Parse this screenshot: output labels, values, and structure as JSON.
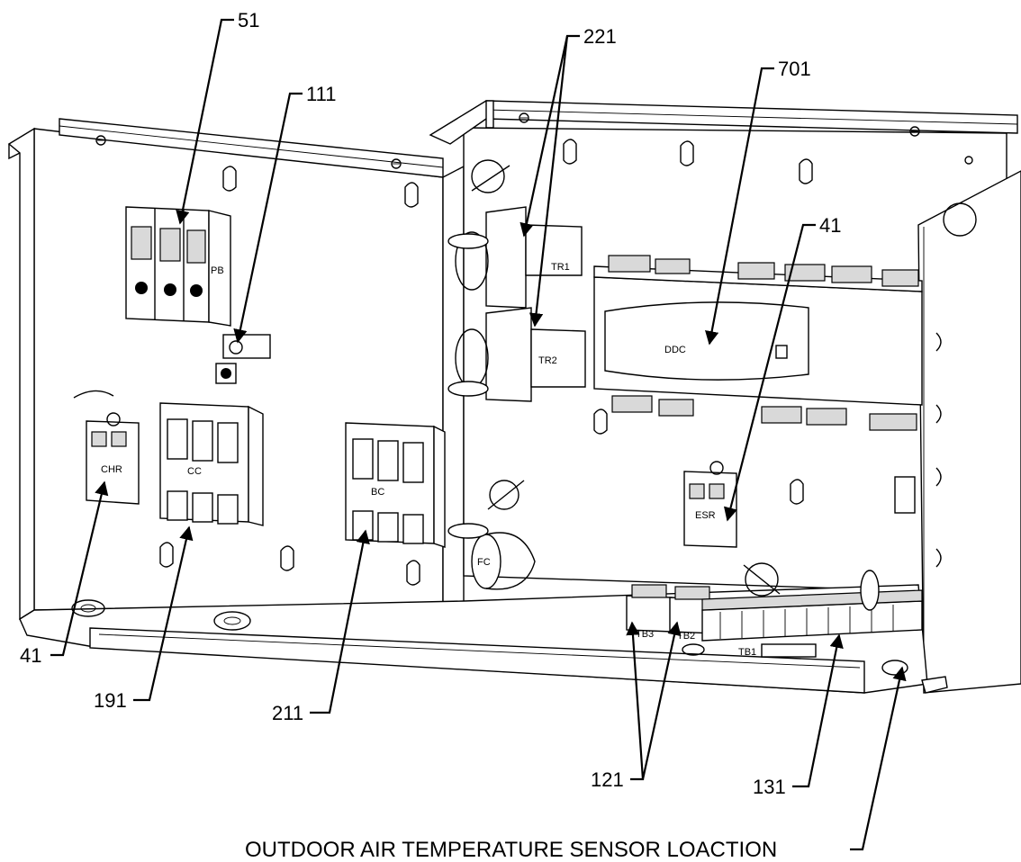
{
  "callouts": {
    "c51": "51",
    "c111": "111",
    "c221": "221",
    "c701": "701",
    "c41_right": "41",
    "c41_left": "41",
    "c191": "191",
    "c211": "211",
    "c121": "121",
    "c131": "131"
  },
  "parts": {
    "pb": "PB",
    "tr1": "TR1",
    "tr2": "TR2",
    "ddc": "DDC",
    "chr": "CHR",
    "cc": "CC",
    "bc": "BC",
    "esr": "ESR",
    "fc": "FC",
    "tb1": "TB1",
    "tb3": "TB3",
    "tb2": "TB2"
  },
  "caption": "OUTDOOR AIR TEMPERATURE SENSOR LOACTION"
}
